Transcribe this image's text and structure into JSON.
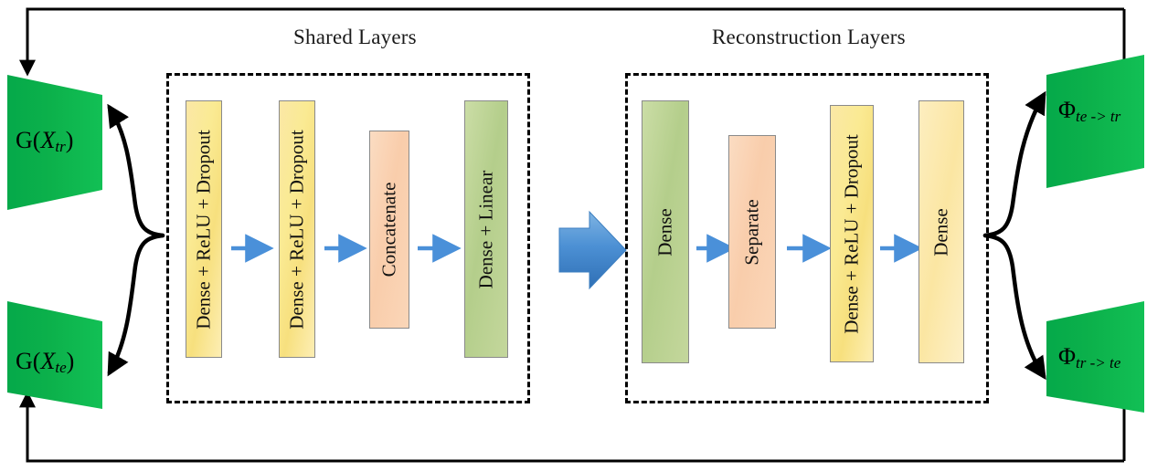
{
  "diagram": {
    "title_shared": "Shared Layers",
    "title_reconstruction": "Reconstruction Layers",
    "colors": {
      "green_block": "#0CB14B",
      "bar_yellow": "#F9E79F",
      "bar_peach": "#FAD2B4",
      "bar_green": "#B5CE8E",
      "arrow_blue": "#4A90D9",
      "line_black": "#000000"
    }
  },
  "inputs": [
    {
      "name": "g-x-tr",
      "symbol": "G",
      "open": "(",
      "var": "X",
      "sub": "tr",
      "close": ")"
    },
    {
      "name": "g-x-te",
      "symbol": "G",
      "open": "(",
      "var": "X",
      "sub": "te",
      "close": ")"
    }
  ],
  "outputs": [
    {
      "name": "phi-te-tr",
      "symbol": "Φ",
      "sub": "te -> tr"
    },
    {
      "name": "phi-tr-te",
      "symbol": "Φ",
      "sub": "tr -> te"
    }
  ],
  "shared_layers": {
    "title": "Shared Layers",
    "bars": [
      {
        "label": "Dense + ReLU + Dropout",
        "color": "yellow"
      },
      {
        "label": "Dense + ReLU + Dropout",
        "color": "yellow"
      },
      {
        "label": "Concatenate",
        "color": "peach"
      },
      {
        "label": "Dense + Linear",
        "color": "green"
      }
    ]
  },
  "reconstruction_layers": {
    "title": "Reconstruction Layers",
    "bars": [
      {
        "label": "Dense",
        "color": "green"
      },
      {
        "label": "Separate",
        "color": "peach"
      },
      {
        "label": "Dense + ReLU + Dropout",
        "color": "yellow"
      },
      {
        "label": "Dense",
        "color": "yellow-flat"
      }
    ]
  },
  "connectors": {
    "stage_arrow": "block-arrow-right",
    "left_brace": "brace-arrows-to-inputs",
    "right_brace": "brace-arrows-to-outputs",
    "top_feedback": "feedback-loop-top",
    "bottom_feedback": "feedback-loop-bottom"
  }
}
